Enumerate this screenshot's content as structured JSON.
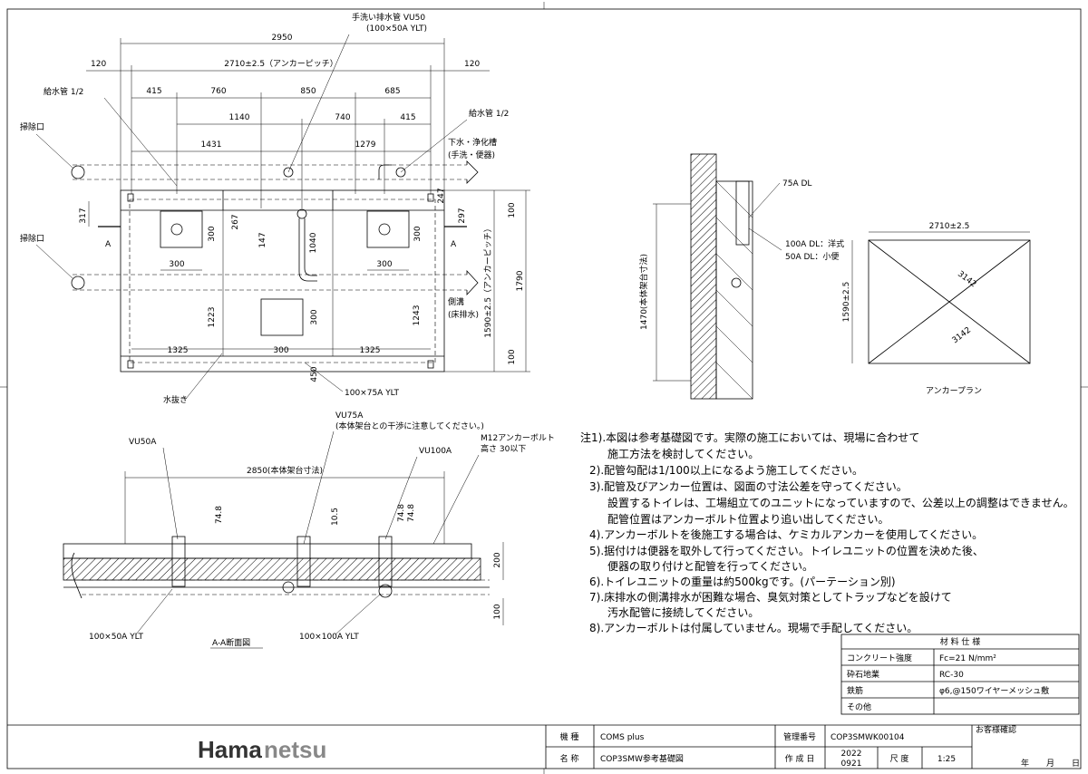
{
  "plan": {
    "dims": {
      "overall": "2950",
      "edge_left": "120",
      "edge_right": "120",
      "anchor_pitch": "2710±2.5（アンカーピッチ）",
      "seg1": "415",
      "seg2": "760",
      "seg3": "850",
      "seg4": "685",
      "seg5": "1140",
      "seg6": "740",
      "seg7": "415",
      "seg8": "1431",
      "seg9": "1279",
      "left_317": "317",
      "d267": "267",
      "d147": "147",
      "d300a": "300",
      "w300a": "300",
      "d1040": "1040",
      "w300b": "300",
      "d300b": "300",
      "w300c": "300",
      "d297": "297",
      "d247": "247",
      "h1223": "1223",
      "h1243": "1243",
      "h450": "450",
      "w1325a": "1325",
      "w1325b": "1325",
      "h100a": "100",
      "h100b": "100",
      "h1790": "1790",
      "pitch_v": "1590±2.5（アンカーピッチ）"
    },
    "labels": {
      "drain_vu50": "手洗い排水管 VU50",
      "drain_vu50_sub": "(100×50A YLT)",
      "water_left": "給水管 1/2",
      "water_right": "給水管 1/2",
      "cleanout_top": "掃除口",
      "cleanout_bottom": "掃除口",
      "sewer": "下水・浄化槽",
      "sewer_sub": "(手洗・便器)",
      "gutter": "側溝",
      "gutter_sub": "(床排水)",
      "section_a_left": "A",
      "section_a_right": "A",
      "water_drain": "水抜き",
      "ylt_75": "100×75A YLT"
    }
  },
  "side": {
    "height": "1470(本体架台寸法)",
    "dl75": "75A DL",
    "dl100": "100A DL：洋式",
    "dl50": "50A DL：小便"
  },
  "anchor_plan": {
    "width": "2710±2.5",
    "height": "1590±2.5",
    "diag1": "3142",
    "diag2": "3142",
    "title": "アンカープラン"
  },
  "section": {
    "vu75": "VU75A",
    "vu75_note": "(本体架台との干渉に注意してください。)",
    "vu50": "VU50A",
    "vu100": "VU100A",
    "m12": "M12アンカーボルト",
    "m12_sub": "高さ 30以下",
    "width": "2850(本体架台寸法)",
    "d74a": "74.8",
    "d74b": "74.8",
    "d74c": "74.8",
    "d105": "10.5",
    "h200": "200",
    "h100": "100",
    "ylt_50": "100×50A YLT",
    "ylt_100": "100×100A YLT",
    "title": "A-A断面図"
  },
  "notes": [
    "注1).本図は参考基礎図です。実際の施工においては、現場に合わせて",
    "施工方法を検討してください。",
    "2).配管勾配は1/100以上になるよう施工してください。",
    "3).配管及びアンカー位置は、図面の寸法公差を守ってください。",
    "設置するトイレは、工場組立てのユニットになっていますので、公差以上の調整はできません。",
    "配管位置はアンカーボルト位置より追い出してください。",
    "4).アンカーボルトを後施工する場合は、ケミカルアンカーを使用してください。",
    "5).据付けは便器を取外して行ってください。トイレユニットの位置を決めた後、",
    "便器の取り付けと配管を行ってください。",
    "6).トイレユニットの重量は約500kgです。(パーテーション別)",
    "7).床排水の側溝排水が困難な場合、臭気対策としてトラップなどを設けて",
    "汚水配管に接続してください。",
    "8).アンカーボルトは付属していません。現場で手配してください。"
  ],
  "material": {
    "title": "材 料 仕 様",
    "rows": [
      {
        "key": "コンクリート強度",
        "val": "Fc=21 N/mm²"
      },
      {
        "key": "砕石地業",
        "val": "RC-30"
      },
      {
        "key": "鉄筋",
        "val": "φ6,@150ワイヤーメッシュ敷"
      },
      {
        "key": "その他",
        "val": ""
      }
    ]
  },
  "title_block": {
    "logo_a": "Hama",
    "logo_b": "netsu",
    "model_label": "機 種",
    "model_value": "COMS plus",
    "name_label": "名 称",
    "name_value": "COP3SMW参考基礎図",
    "mgmt_label": "管理番号",
    "mgmt_value": "COP3SMWK00104",
    "date_label": "作 成 日",
    "date_year": "2022",
    "date_md": "0921",
    "scale_label": "尺 度",
    "scale_value": "1:25",
    "confirm_label": "お客様確認",
    "year_label": "年",
    "month_label": "月",
    "day_label": "日"
  }
}
